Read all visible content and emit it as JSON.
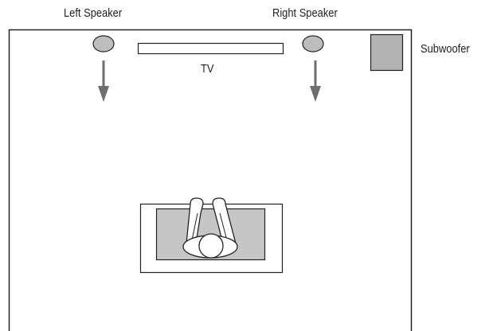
{
  "labels": {
    "left_speaker": "Left Speaker",
    "right_speaker": "Right Speaker",
    "subwoofer": "Subwoofer",
    "tv": "TV"
  },
  "colors": {
    "outline": "#222222",
    "speaker_fill": "#bdbdbd",
    "subwoofer_fill": "#b3b3b3",
    "seat_fill": "#c6c6c6",
    "arrow": "#6e6e6e",
    "background": "#ffffff"
  },
  "icons": {
    "speakers": "ellipse",
    "subwoofer": "square",
    "arrows": "down-arrow",
    "listener": "seated-person-top-view"
  }
}
